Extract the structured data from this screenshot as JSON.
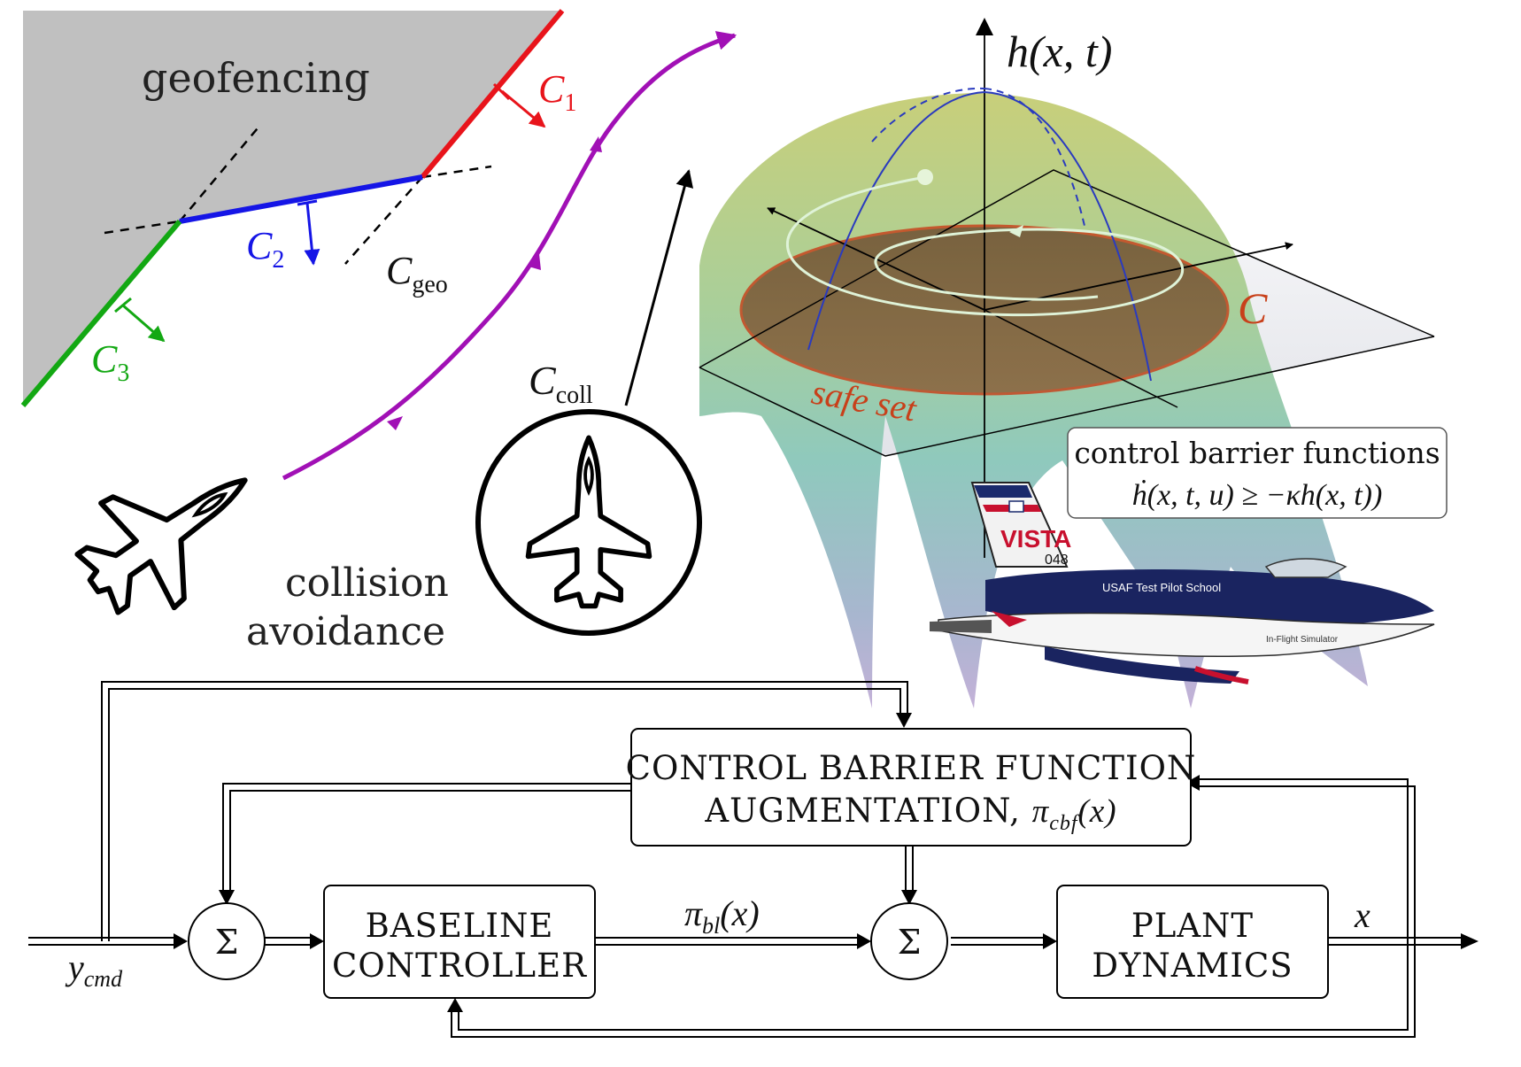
{
  "top_left": {
    "geofencing": "geofencing",
    "c1": {
      "base": "C",
      "sub": "1"
    },
    "c2": {
      "base": "C",
      "sub": "2"
    },
    "c3": {
      "base": "C",
      "sub": "3"
    },
    "cgeo": {
      "base": "C",
      "sub": "geo"
    },
    "ccoll": {
      "base": "C",
      "sub": "coll"
    },
    "collision_line1": "collision",
    "collision_line2": "avoidance"
  },
  "surface": {
    "axis_label": "h(x, t)",
    "set_label": "C",
    "safe_set": "safe set",
    "cbf_line1": "control barrier functions",
    "cbf_line2": "ḣ(x, t, u) ≥ −κh(x, t))"
  },
  "aircraft_photo": {
    "tail_text": "VISTA",
    "tail_number": "048",
    "fuselage_text": "USAF Test Pilot School",
    "side_text": "In-Flight Simulator"
  },
  "colors": {
    "c1": "#e8141b",
    "c2": "#1515e6",
    "c3": "#13a813",
    "trajectory": "#a110b5",
    "safe_set_rim": "#c8401a"
  },
  "block_diagram": {
    "cbf_block": {
      "line1": "CONTROL BARRIER FUNCTION",
      "line2": "AUGMENTATION,",
      "pi": "π",
      "sub": "cbf",
      "arg": "(x)"
    },
    "baseline_block": {
      "line1": "BASELINE",
      "line2": "CONTROLLER"
    },
    "plant_block": {
      "line1": "PLANT",
      "line2": "DYNAMICS"
    },
    "sum_symbol": "Σ",
    "pi_bl": {
      "pi": "π",
      "sub": "bl",
      "arg": "(x)"
    },
    "y_cmd": {
      "base": "y",
      "sub": "cmd"
    },
    "x_out": "x"
  }
}
